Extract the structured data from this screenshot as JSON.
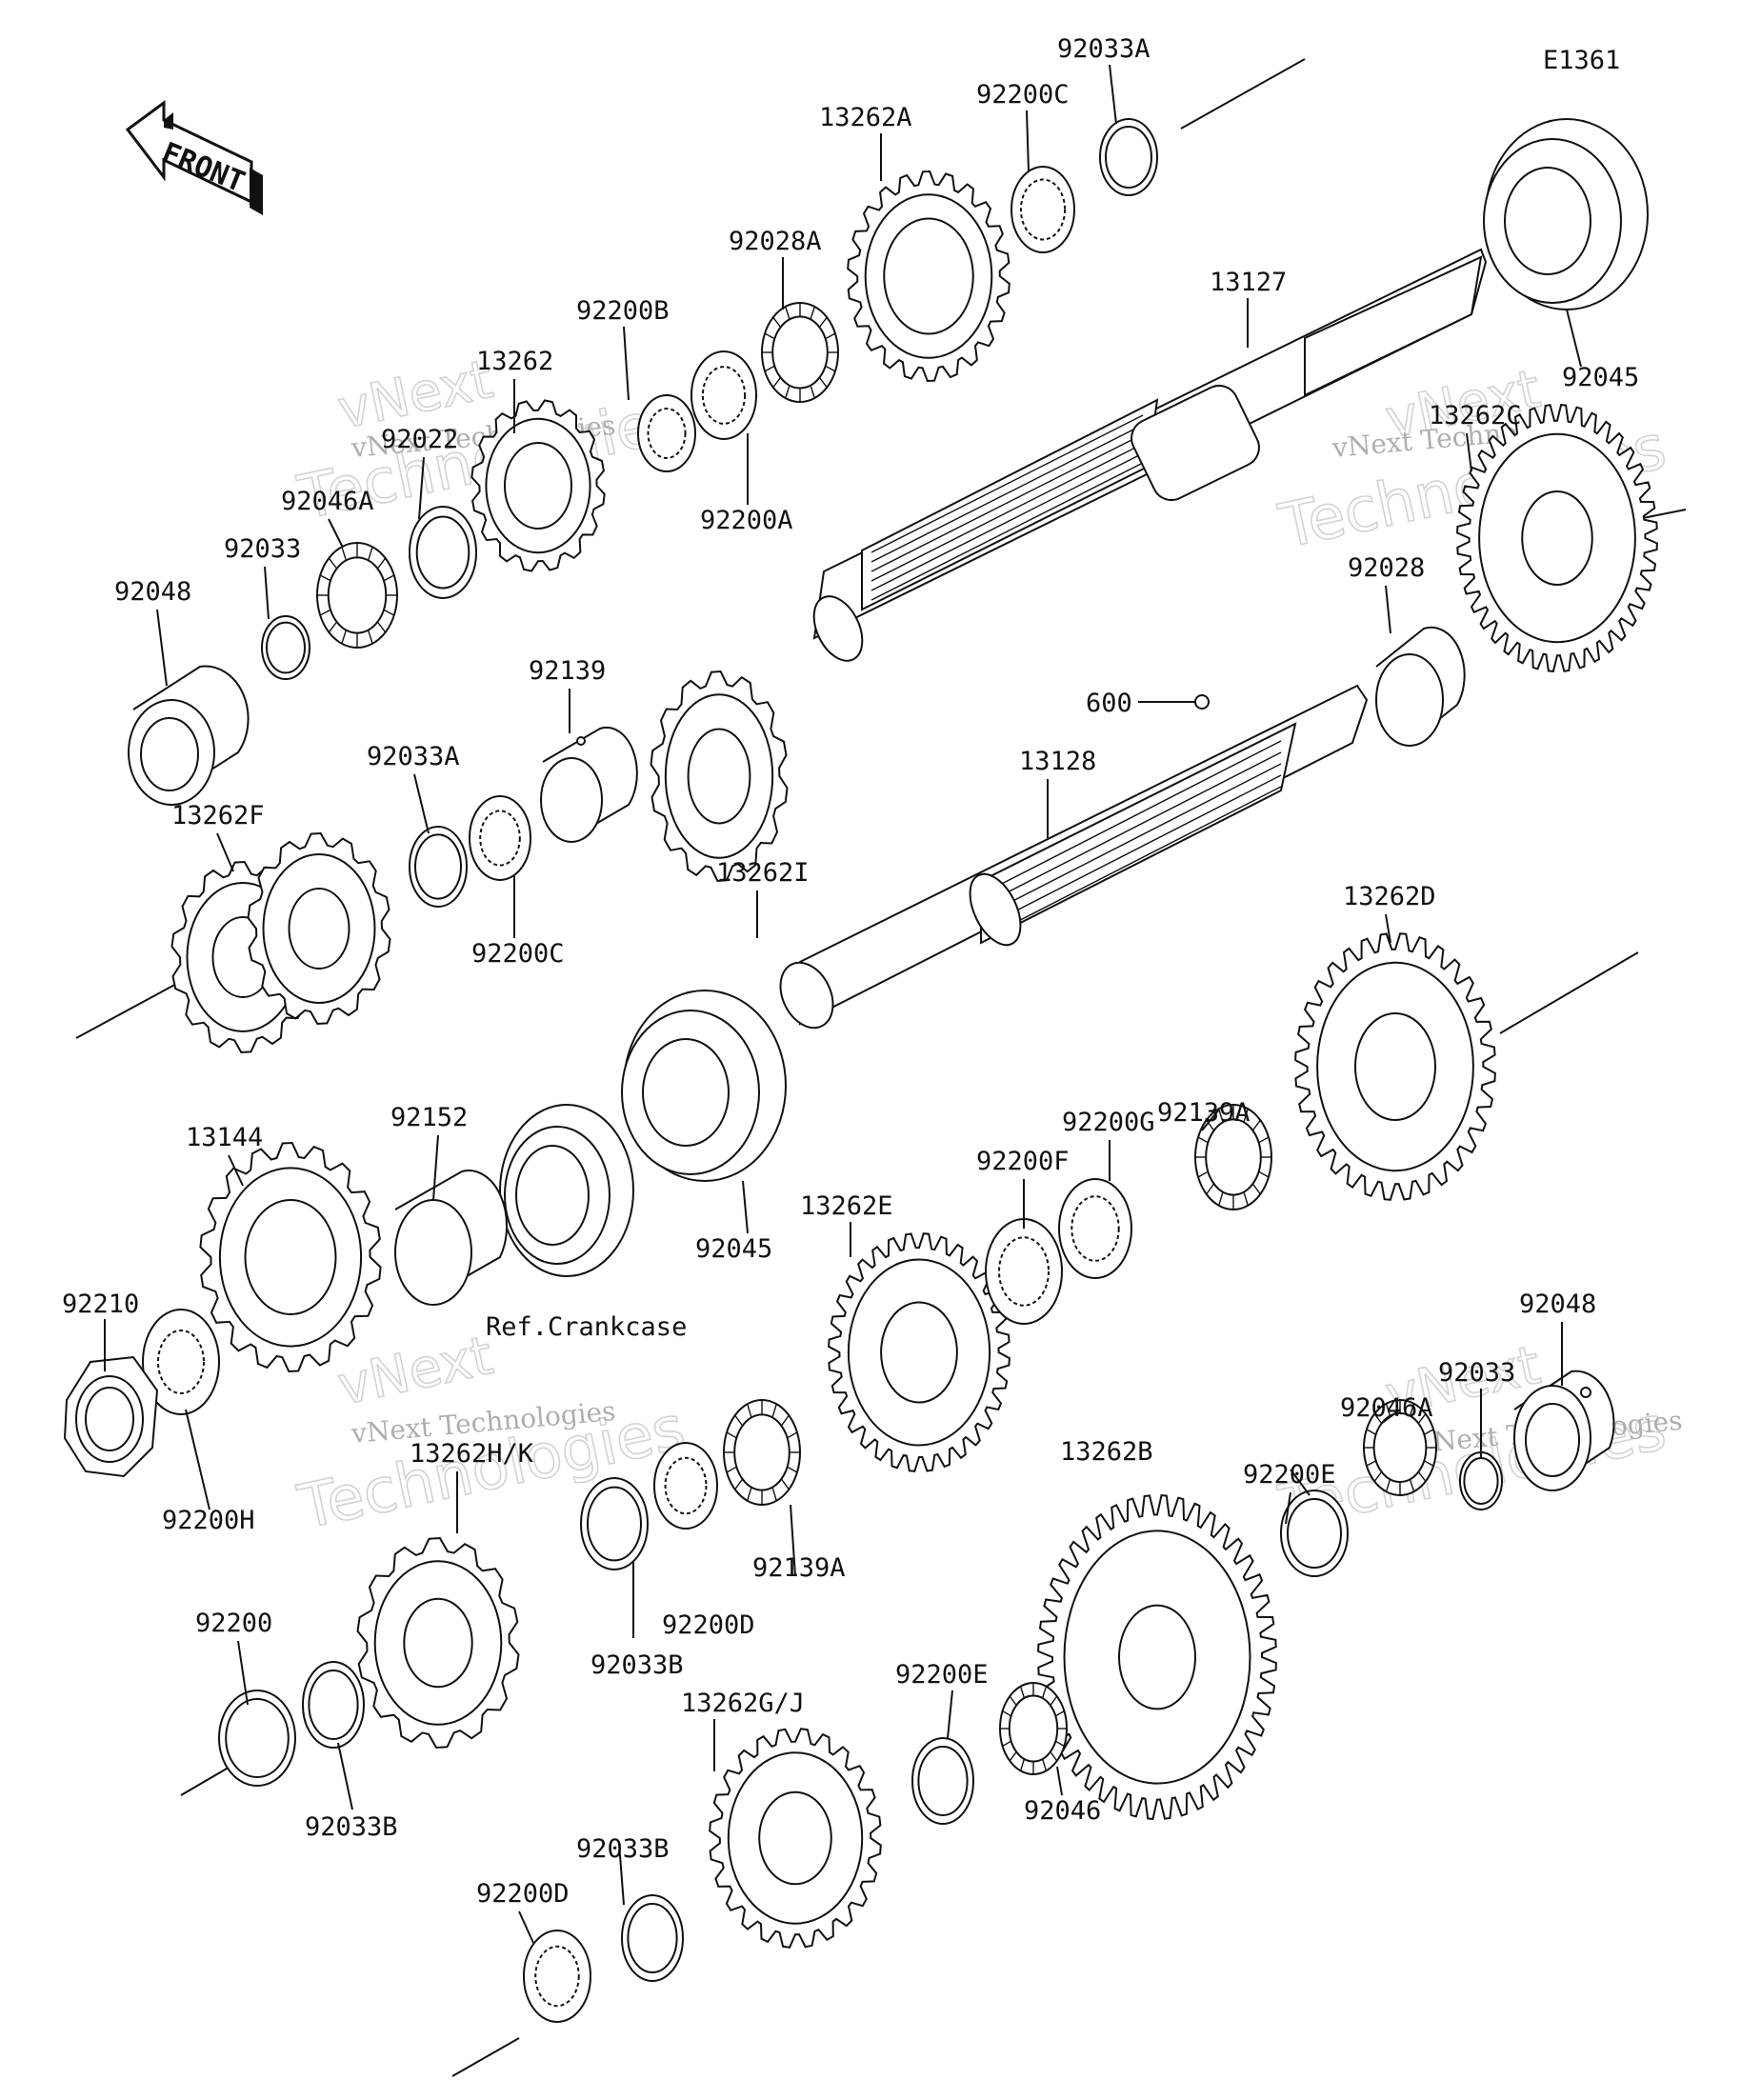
{
  "diagram_code": "E1361",
  "front_arrow_text": "FRONT",
  "ref_note": "Ref.Crankcase",
  "watermark": {
    "brand": "vNext",
    "sub": "Technologies",
    "line": "vNext Technologies"
  },
  "labels": [
    {
      "id": "l01",
      "text": "92033A"
    },
    {
      "id": "l02",
      "text": "92200C"
    },
    {
      "id": "l03",
      "text": "13262A"
    },
    {
      "id": "l04",
      "text": "92028A"
    },
    {
      "id": "l05",
      "text": "13127"
    },
    {
      "id": "l06",
      "text": "92045"
    },
    {
      "id": "l07",
      "text": "92200B"
    },
    {
      "id": "l08",
      "text": "13262"
    },
    {
      "id": "l09",
      "text": "92022"
    },
    {
      "id": "l10",
      "text": "92200A"
    },
    {
      "id": "l11",
      "text": "13262C"
    },
    {
      "id": "l12",
      "text": "92046A"
    },
    {
      "id": "l13",
      "text": "92033"
    },
    {
      "id": "l14",
      "text": "92048"
    },
    {
      "id": "l15",
      "text": "92028"
    },
    {
      "id": "l16",
      "text": "92139"
    },
    {
      "id": "l17",
      "text": "600"
    },
    {
      "id": "l18",
      "text": "92033A"
    },
    {
      "id": "l19",
      "text": "13128"
    },
    {
      "id": "l20",
      "text": "13262I"
    },
    {
      "id": "l21",
      "text": "13262F"
    },
    {
      "id": "l22",
      "text": "92200C"
    },
    {
      "id": "l23",
      "text": "13262D"
    },
    {
      "id": "l24",
      "text": "92152"
    },
    {
      "id": "l25",
      "text": "13144"
    },
    {
      "id": "l26",
      "text": "92139A"
    },
    {
      "id": "l27",
      "text": "92200G"
    },
    {
      "id": "l28",
      "text": "92200F"
    },
    {
      "id": "l29",
      "text": "92045"
    },
    {
      "id": "l30",
      "text": "13262E"
    },
    {
      "id": "l31",
      "text": "92210"
    },
    {
      "id": "l32",
      "text": "92048"
    },
    {
      "id": "l33",
      "text": "92033"
    },
    {
      "id": "l34",
      "text": "92046A"
    },
    {
      "id": "l35",
      "text": "13262H/K"
    },
    {
      "id": "l36",
      "text": "92200H"
    },
    {
      "id": "l37",
      "text": "13262B"
    },
    {
      "id": "l38",
      "text": "92200E"
    },
    {
      "id": "l39",
      "text": "92139A"
    },
    {
      "id": "l40",
      "text": "92200D"
    },
    {
      "id": "l41",
      "text": "92033B"
    },
    {
      "id": "l42",
      "text": "92200"
    },
    {
      "id": "l43",
      "text": "92200E"
    },
    {
      "id": "l44",
      "text": "13262G/J"
    },
    {
      "id": "l45",
      "text": "92033B"
    },
    {
      "id": "l46",
      "text": "92046"
    },
    {
      "id": "l47",
      "text": "92033B"
    },
    {
      "id": "l48",
      "text": "92200D"
    }
  ]
}
